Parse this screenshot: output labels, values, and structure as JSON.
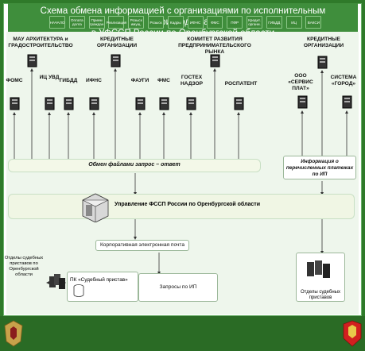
{
  "title_line1": "Схема обмена информацией с организациями по исполнительным производствам",
  "title_line2": "в УФССП России по Оренбургской области",
  "top_groups": {
    "mau": "МАУ АРХИТЕКТУРА и ГРАДОСТРОИТЕЛЬСТВО",
    "credit1": "КРЕДИТНЫЕ ОРГАНИЗАЦИИ",
    "kom": "КОМИТЕТ РАЗВИТИЯ ПРЕДПРИНИМАТЕЛЬСКОГО РЫНКА",
    "credit2": "КРЕДИТНЫЕ ОРГАНИЗАЦИИ"
  },
  "orgs": {
    "foms": "ФОМС",
    "ic_uvd": "ИЦ УВД",
    "gibdd": "ГИБДД",
    "ifns": "ИФНС",
    "faugi": "ФАУГИ",
    "fms": "ФМС",
    "gostekh": "ГОСТЕХ НАДЗОР",
    "rospatent": "РОСПАТЕНТ",
    "ooo": "ООО «СЕРВИС ПЛАТ»",
    "sistema": "СИСТЕМА «ГОРОД»"
  },
  "exchange_band": "Обмен файлами запрос – ответ",
  "info_box": "Информация о перечисленных платежах по ИП",
  "main_band": "Управление ФССП России по Оренбургской области",
  "corp_mail": "Корпоративная электронная почта",
  "departments_left": "Отделы судебных приставов по Оренбургской области",
  "pk_box": "ПК «Судебный пристав»",
  "requests_box": "Запросы по ИП",
  "departments_right": "Отделы судебных приставов",
  "footer_buttons": [
    {
      "label": "НАЧАЛО"
    },
    {
      "label": "Оплата долга"
    },
    {
      "label": "Прием граждан"
    },
    {
      "label": "Реализация"
    },
    {
      "label": "Розыск имущ."
    },
    {
      "label": "Розыск"
    },
    {
      "label": "Кадры"
    },
    {
      "label": "ИФНС"
    },
    {
      "label": "ФМС"
    },
    {
      "label": "ПФР"
    },
    {
      "label": "Кредит. органи."
    },
    {
      "label": "ГИБДД"
    },
    {
      "label": "ИЦ"
    },
    {
      "label": "ВАКСИ"
    }
  ],
  "colors": {
    "frame_green": "#2f7a2a",
    "title_green": "#3f8e3c",
    "band_fill": "#f3f8e8",
    "footer_green": "#2a6b25"
  }
}
